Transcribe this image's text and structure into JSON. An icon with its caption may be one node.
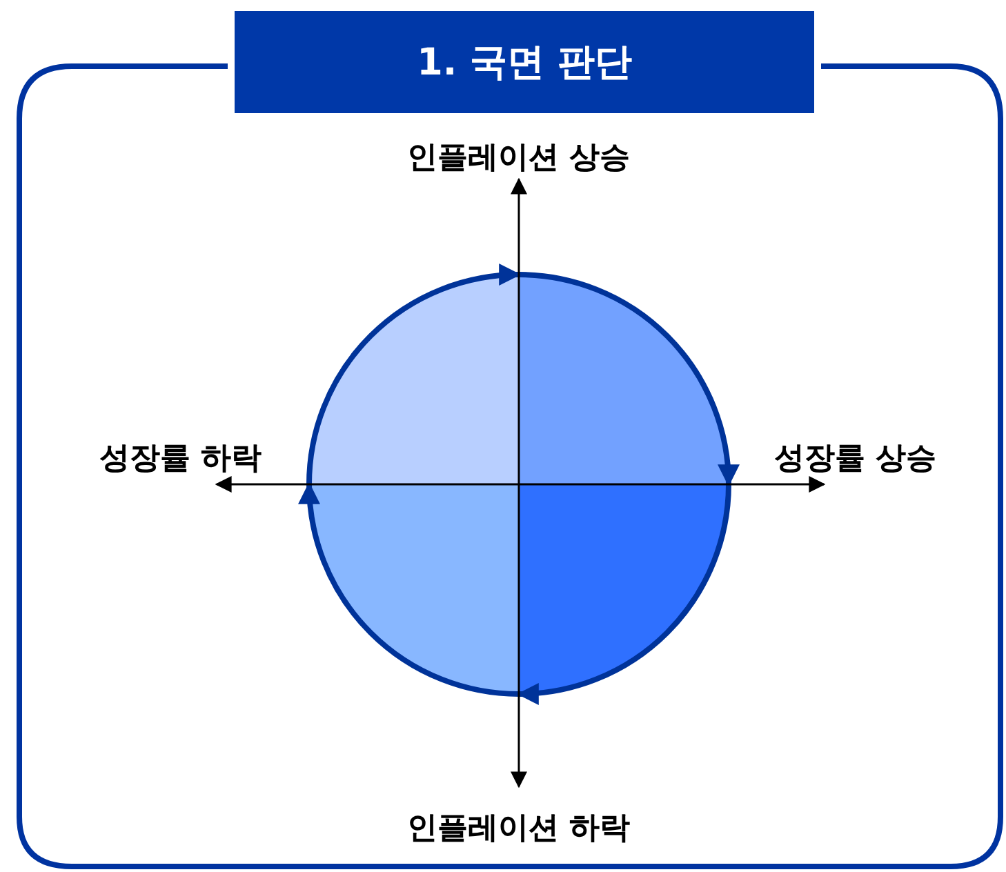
{
  "diagram": {
    "title": "1. 국면 판단",
    "nodes": [
      {
        "text": [],
        "shape": "quadrant"
      },
      {
        "text": [],
        "shape": "quadrant"
      },
      {
        "text": [],
        "shape": "quadrant"
      },
      {
        "text": [],
        "shape": "quadrant"
      }
    ],
    "edges": [
      {
        "from": 0,
        "to": 1,
        "arrow": "to"
      },
      {
        "from": 1,
        "to": 2,
        "arrow": "to"
      },
      {
        "from": 2,
        "to": 3,
        "arrow": "to"
      },
      {
        "from": 3,
        "to": 0,
        "arrow": "to"
      }
    ],
    "labels": [
      "인플레이션 상승",
      "성장률 하락",
      "성장률 상승",
      "인플레이션 하락"
    ]
  }
}
